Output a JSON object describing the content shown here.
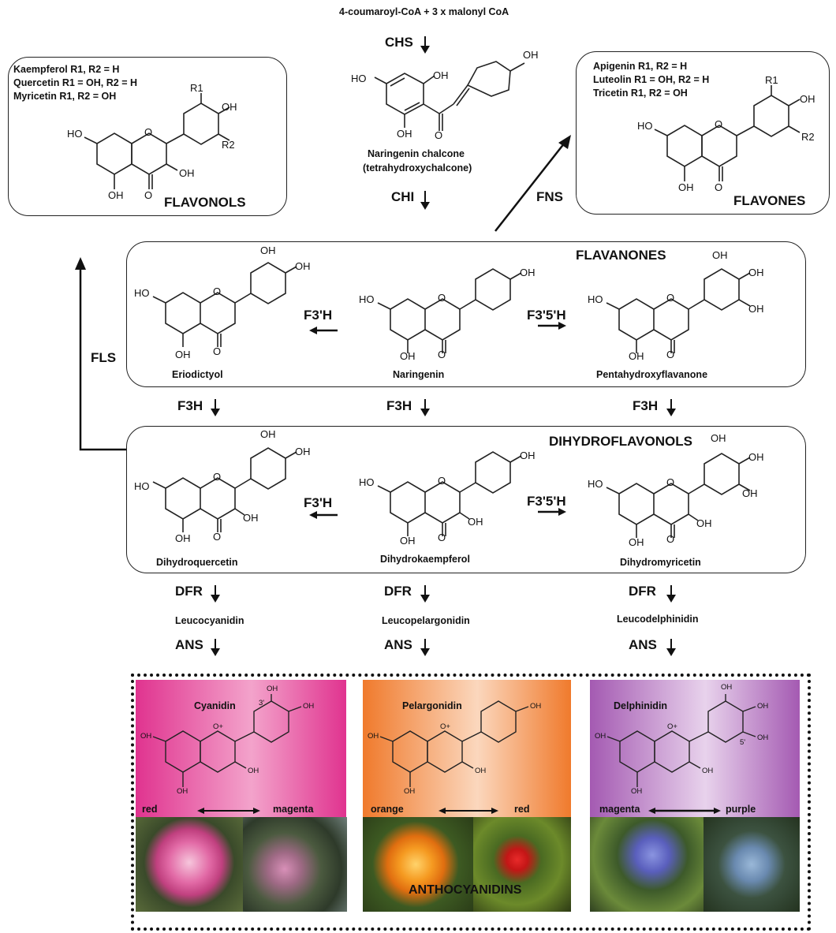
{
  "start_label": "4-coumaroyl-CoA + 3 x malonyl CoA",
  "enzymes": {
    "chs": "CHS",
    "chi": "CHI",
    "fns": "FNS",
    "fls": "FLS",
    "f3h_left": "F3H",
    "f3h_mid": "F3H",
    "f3h_right": "F3H",
    "f3prime_h_1": "F3'H",
    "f3prime5prime_h_1": "F3'5'H",
    "f3prime_h_2": "F3'H",
    "f3prime5prime_h_2": "F3'5'H",
    "dfr_left": "DFR",
    "dfr_mid": "DFR",
    "dfr_right": "DFR",
    "ans_left": "ANS",
    "ans_mid": "ANS",
    "ans_right": "ANS"
  },
  "chalcone": {
    "line1": "Naringenin chalcone",
    "line2": "(tetrahydroxychalcone)"
  },
  "flavonols": {
    "heading": "FLAVONOLS",
    "lines": [
      "Kaempferol R1, R2 = H",
      "Quercetin R1 = OH, R2 = H",
      "Myricetin R1, R2 = OH"
    ]
  },
  "flavones": {
    "heading": "FLAVONES",
    "lines": [
      "Apigenin R1, R2 = H",
      "Luteolin R1 = OH, R2 = H",
      "Tricetin R1, R2 = OH"
    ]
  },
  "flavanones": {
    "heading": "FLAVANONES",
    "compounds": [
      "Eriodictyol",
      "Naringenin",
      "Pentahydroxyflavanone"
    ]
  },
  "dihydroflavonols": {
    "heading": "DIHYDROFLAVONOLS",
    "compounds": [
      "Dihydroquercetin",
      "Dihydrokaempferol",
      "Dihydromyricetin"
    ]
  },
  "leuco": [
    "Leucocyanidin",
    "Leucopelargonidin",
    "Leucodelphinidin"
  ],
  "anthocyanidins": {
    "heading": "ANTHOCYANIDINS",
    "panels": [
      {
        "name": "Cyanidin",
        "from": "red",
        "to": "magenta",
        "color": "#e0338f"
      },
      {
        "name": "Pelargonidin",
        "from": "orange",
        "to": "red",
        "color": "#f07a2c"
      },
      {
        "name": "Delphinidin",
        "from": "magenta",
        "to": "purple",
        "color": "#a45ab2"
      }
    ]
  },
  "atoms": {
    "HO": "HO",
    "OH": "OH",
    "O": "O",
    "Oplus": "O+",
    "R1": "R1",
    "R2": "R2",
    "pos3": "3'",
    "pos5": "5'"
  }
}
